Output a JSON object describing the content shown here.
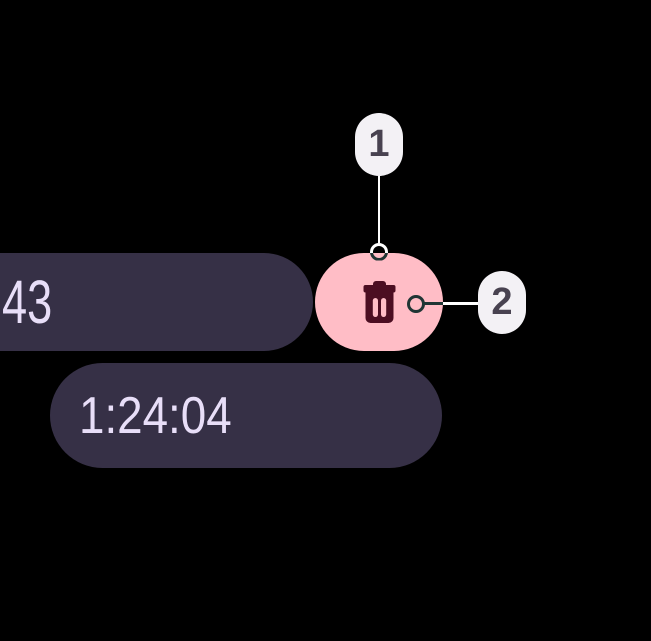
{
  "colors": {
    "background": "#000000",
    "chip_bg": "#363046",
    "chip_text": "#E8DEF8",
    "delete_bg": "#FFBDC6",
    "delete_icon": "#4C0E22",
    "callout_bg": "#F3F1F5",
    "callout_text": "#484250",
    "annotation_light": "#FFFFFF",
    "annotation_dark": "#203534"
  },
  "recorder": {
    "count_text": "43",
    "timer_text": "1:24:04"
  },
  "callouts": [
    {
      "label": "1"
    },
    {
      "label": "2"
    }
  ]
}
